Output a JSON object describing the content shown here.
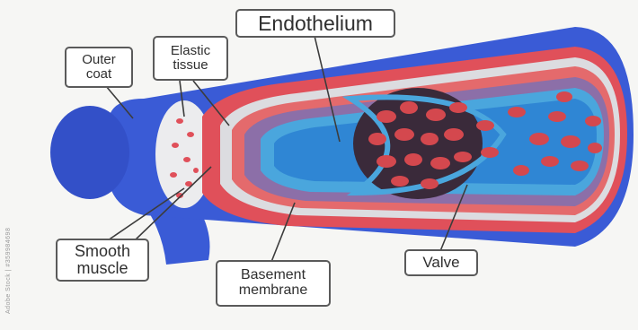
{
  "labels": {
    "endothelium": "Endothelium",
    "outer_coat": "Outer\ncoat",
    "elastic_tissue": "Elastic\ntissue",
    "smooth_muscle": "Smooth\nmuscle",
    "basement_membrane": "Basement\nmembrane",
    "valve": "Valve"
  },
  "watermark": "Adobe Stock | #359984698",
  "colors": {
    "outer_coat": "#3a5bd6",
    "smooth_muscle": "#e0505a",
    "elastic_tissue": "#e8e8ea",
    "basement_membrane": "#8c6fa8",
    "endothelium": "#4aa6dd",
    "lumen": "#2f7fd0",
    "blood_cells": "#d4484e"
  }
}
